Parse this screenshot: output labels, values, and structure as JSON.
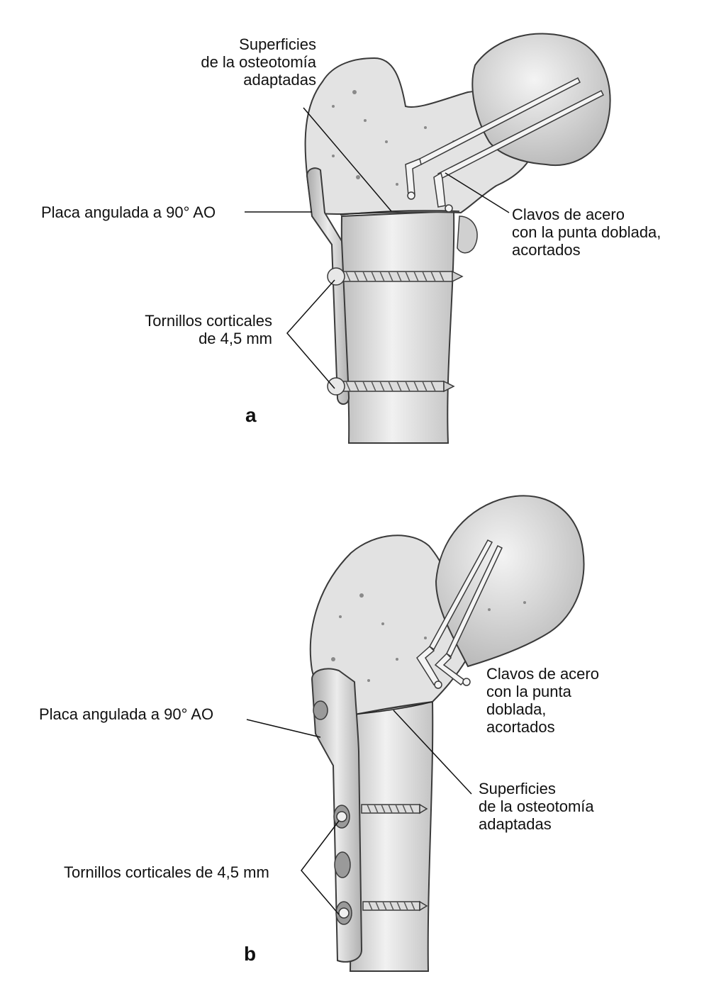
{
  "panels": {
    "a": {
      "letter": "a",
      "labels": {
        "osteotomy": [
          "Superficies",
          "de la osteotomía",
          "adaptadas"
        ],
        "plate": [
          "Placa angulada a 90° AO"
        ],
        "pins": [
          "Clavos de acero",
          "con la punta doblada,",
          "acortados"
        ],
        "screws": [
          "Tornillos corticales",
          "de 4,5 mm"
        ]
      }
    },
    "b": {
      "letter": "b",
      "labels": {
        "pins": [
          "Clavos de acero",
          "con la punta",
          "doblada,",
          "acortados"
        ],
        "plate": [
          "Placa angulada a 90° AO"
        ],
        "osteotomy": [
          "Superficies",
          "de la osteotomía",
          "adaptadas"
        ],
        "screws": [
          "Tornillos corticales de 4,5 mm"
        ]
      }
    }
  },
  "colors": {
    "bone": "#e6e6e6",
    "bone_shade": "#c9c9c9",
    "outline": "#3a3a3a",
    "metal": "#d4d4d4",
    "ink": "#111111"
  }
}
